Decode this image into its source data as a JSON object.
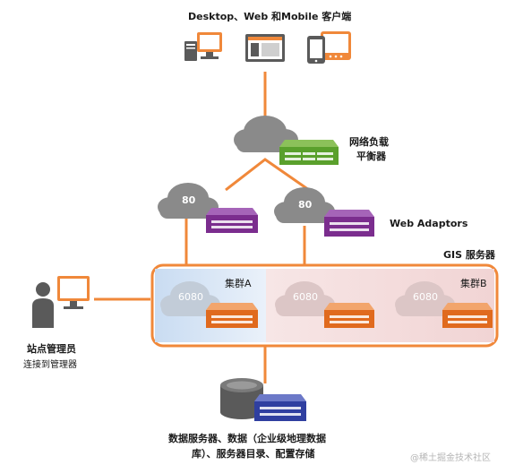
{
  "labels": {
    "clients": "Desktop、Web 和Mobile 客户端",
    "lb_line1": "网络负载",
    "lb_line2": "平衡器",
    "web_adaptors": "Web Adaptors",
    "gis_server": "GIS 服务器",
    "cluster_a": "集群A",
    "cluster_b": "集群B",
    "admin_title": "站点管理员",
    "admin_sub": "连接到管理器",
    "storage_line1": "数据服务器、数据（企业级地理数据",
    "storage_line2": "库）、服务器目录、配置存储"
  },
  "ports": {
    "web_adaptor_left": "80",
    "web_adaptor_right": "80",
    "cluster_a_server": "6080",
    "cluster_b_server_1": "6080",
    "cluster_b_server_2": "6080"
  },
  "watermark": "@稀土掘金技术社区",
  "colors": {
    "orange": "#f0883a",
    "gray_cloud": "#8a8a8a",
    "green_server": "#5aa02c",
    "purple_server": "#7b2d8e",
    "orange_server": "#e06a1e",
    "blue_server": "#2f3fa0",
    "cluster_a_bg": "#dbe7f5",
    "cluster_b_bg": "#f5dede"
  },
  "icons": [
    "desktop-computer-icon",
    "browser-window-icon",
    "tablet-mobile-icon",
    "cloud-icon",
    "server-icon",
    "person-icon",
    "database-icon"
  ]
}
